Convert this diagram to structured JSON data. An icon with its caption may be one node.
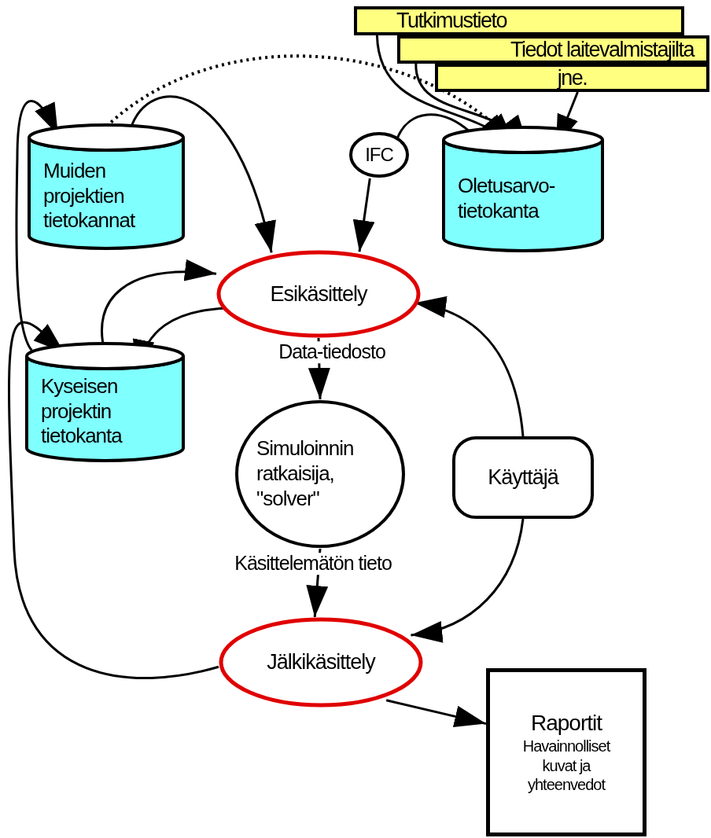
{
  "diagram": {
    "nodes": [
      {
        "text": [
          "Tutkimustieto"
        ]
      },
      {
        "text": [
          "Tiedot laitevalmistajilta"
        ]
      },
      {
        "text": [
          "jne."
        ]
      },
      {
        "text": [
          "Muiden projektien tietokannat"
        ]
      },
      {
        "text": [
          "IFC"
        ]
      },
      {
        "text": [
          "Oletusarvo-tietokanta"
        ]
      },
      {
        "text": [
          "Esikäsittely"
        ]
      },
      {
        "text": [
          "Kyseisen projektin tietokanta"
        ]
      },
      {
        "text": [
          "Simuloinnin ratkaisija, \"solver\""
        ]
      },
      {
        "text": [
          "Käyttäjä"
        ]
      },
      {
        "text": [
          "Jälkikäsittely"
        ]
      },
      {
        "text": [
          "Raportit",
          "Havainnolliset kuvat ja yhteenvedot"
        ]
      }
    ],
    "edges": [
      {
        "from": 0,
        "to": 5,
        "arrow": "to"
      },
      {
        "from": 1,
        "to": 5,
        "arrow": "to"
      },
      {
        "from": 2,
        "to": 5,
        "arrow": "to"
      },
      {
        "from": 3,
        "to": 5,
        "arrow": "to",
        "style": "dashed"
      },
      {
        "from": 5,
        "to": 4,
        "arrow": "none"
      },
      {
        "from": 4,
        "to": 6,
        "arrow": "to"
      },
      {
        "from": 3,
        "to": 6,
        "arrow": "to"
      },
      {
        "from": 7,
        "to": 3,
        "arrow": "to"
      },
      {
        "from": 10,
        "to": 7,
        "arrow": "to"
      },
      {
        "from": 7,
        "to": 6,
        "arrow": "to"
      },
      {
        "from": 6,
        "to": 7,
        "arrow": "to"
      },
      {
        "from": 6,
        "to": 8,
        "arrow": "to",
        "label": "Data-tiedosto"
      },
      {
        "from": 8,
        "to": 10,
        "arrow": "to",
        "label": "Käsittelemätön tieto"
      },
      {
        "from": 9,
        "to": 6,
        "arrow": "to"
      },
      {
        "from": 9,
        "to": 10,
        "arrow": "to"
      },
      {
        "from": 10,
        "to": 11,
        "arrow": "to"
      }
    ]
  }
}
